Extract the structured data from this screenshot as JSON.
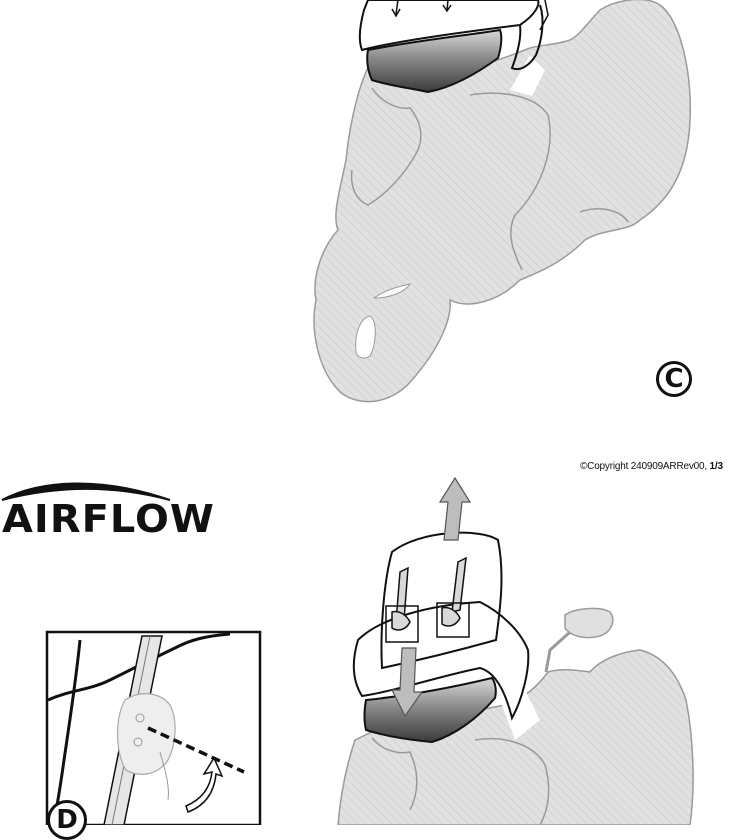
{
  "brand": {
    "name": "AIRFLOW"
  },
  "copyright": {
    "prefix": "©Copyright",
    "code": "240909AR",
    "rev": "Rev00,",
    "page": "1/3"
  },
  "steps": {
    "c": "C",
    "d": "D"
  },
  "colors": {
    "outline": "#111111",
    "body_fill": "#e0e0e0",
    "screen_dark": "#4a4a4a",
    "arrow_fill": "#bdbdbd"
  }
}
